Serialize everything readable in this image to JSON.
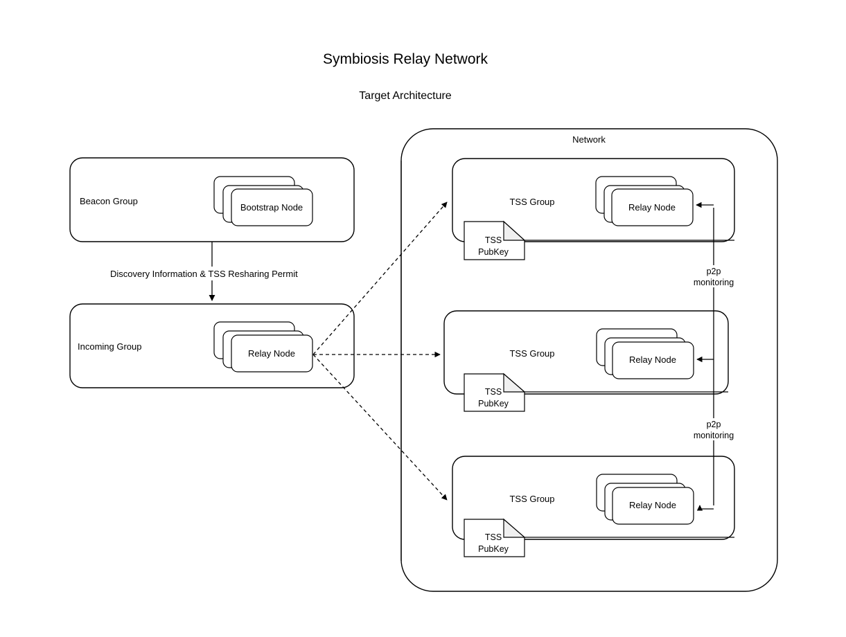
{
  "title": {
    "main": "Symbiosis Relay Network",
    "sub": "Target Architecture"
  },
  "left": {
    "beacon_group": {
      "label": "Beacon Group",
      "node": "Bootstrap Node",
      "node_stack_count": 3
    },
    "incoming_group": {
      "label": "Incoming Group",
      "node": "Relay Node",
      "node_stack_count": 3
    },
    "flow_label": "Discovery Information & TSS Resharing Permit"
  },
  "network": {
    "label": "Network",
    "tss_groups": [
      {
        "label": "TSS Group",
        "node": "Relay Node",
        "node_stack_count": 3,
        "pubkey_line1": "TSS",
        "pubkey_line2": "PubKey"
      },
      {
        "label": "TSS Group",
        "node": "Relay Node",
        "node_stack_count": 3,
        "pubkey_line1": "TSS",
        "pubkey_line2": "PubKey"
      },
      {
        "label": "TSS Group",
        "node": "Relay Node",
        "node_stack_count": 3,
        "pubkey_line1": "TSS",
        "pubkey_line2": "PubKey"
      }
    ],
    "monitoring_labels": [
      {
        "line1": "p2p",
        "line2": "monitoring"
      },
      {
        "line1": "p2p",
        "line2": "monitoring"
      }
    ]
  },
  "colors": {
    "stroke": "#000000",
    "background": "#ffffff",
    "note_fold_fill": "#f0f0f0"
  }
}
